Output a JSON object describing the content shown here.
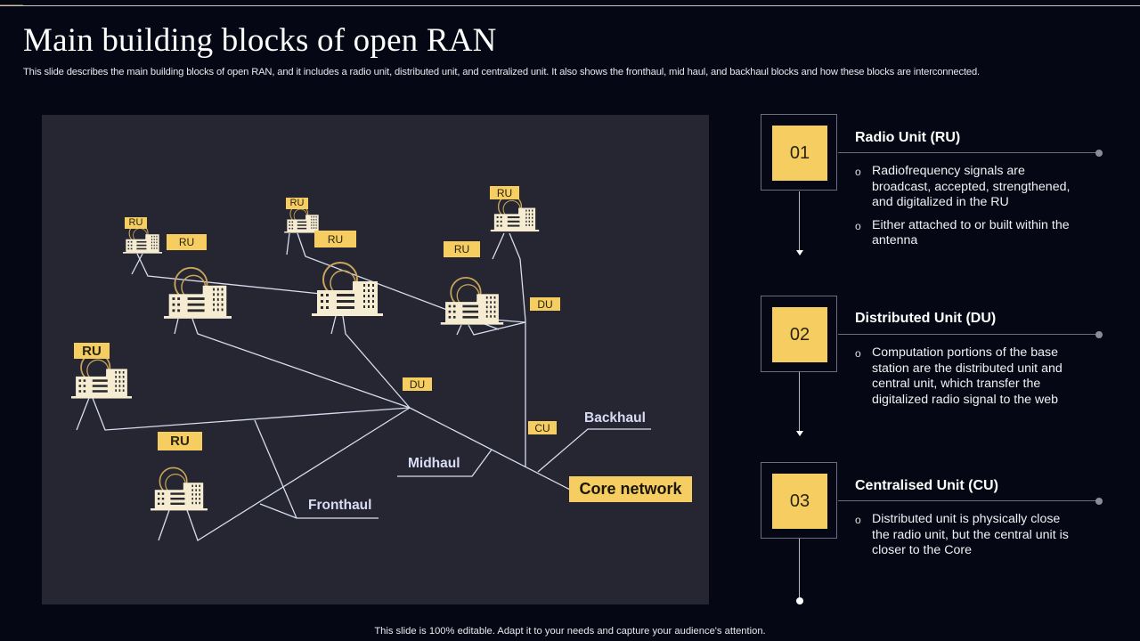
{
  "slide": {
    "title": "Main building blocks of open RAN",
    "subtitle": "This slide describes the main building blocks of open RAN, and it includes a radio unit, distributed unit, and centralized unit. It also shows the fronthaul, mid haul, and backhaul blocks and how these blocks are interconnected.",
    "footer": "This slide is 100% editable. Adapt it to your needs and capture your audience's attention."
  },
  "colors": {
    "accent": "#f6cd60",
    "background": "#050814",
    "panel": "#262632",
    "building": "#f5ecd2",
    "line": "#d8dcf0"
  },
  "diagram": {
    "radio_units": [
      {
        "label": "RU",
        "icon": "building-antenna-icon"
      },
      {
        "label": "RU",
        "icon": "building-antenna-icon"
      },
      {
        "label": "RU",
        "icon": "building-antenna-icon"
      },
      {
        "label": "RU",
        "icon": "building-antenna-icon"
      },
      {
        "label": "RU",
        "icon": "building-antenna-icon"
      },
      {
        "label": "RU",
        "icon": "building-antenna-icon"
      },
      {
        "label": "RU",
        "icon": "building-antenna-icon"
      },
      {
        "label": "RU",
        "icon": "building-antenna-icon"
      }
    ],
    "du_labels": [
      "DU",
      "DU"
    ],
    "cu_label": "CU",
    "haul_labels": {
      "fronthaul": "Fronthaul",
      "midhaul": "Midhaul",
      "backhaul": "Backhaul"
    },
    "core_network": "Core network"
  },
  "steps": [
    {
      "number": "01",
      "title": "Radio Unit (RU)",
      "bullets": [
        "Radiofrequency signals are broadcast, accepted, strengthened, and digitalized in the RU",
        "Either attached to or built within the antenna"
      ]
    },
    {
      "number": "02",
      "title": "Distributed Unit (DU)",
      "bullets": [
        "Computation portions of the base station are the distributed unit and central unit, which transfer the digitalized radio signal to the web"
      ]
    },
    {
      "number": "03",
      "title": "Centralised Unit (CU)",
      "bullets": [
        "Distributed unit is physically close the radio unit, but the central unit is closer to the Core"
      ]
    }
  ],
  "bullet_glyph": "o"
}
